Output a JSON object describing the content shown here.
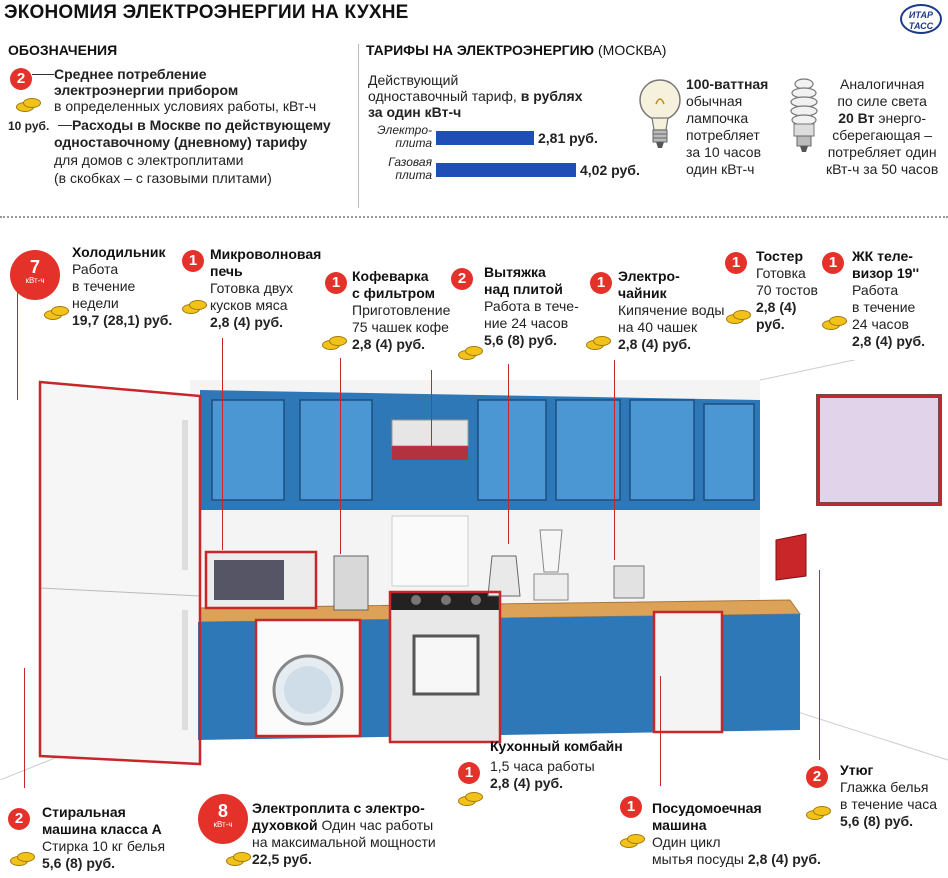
{
  "header": {
    "title": "ЭКОНОМИЯ ЭЛЕКТРОЭНЕРГИИ НА КУХНЕ",
    "logo": "ИТАР ТАСС"
  },
  "legend": {
    "title": "ОБОЗНАЧЕНИЯ",
    "badge_value": "2",
    "line1": "Среднее потребление",
    "line2": "электроэнергии прибором",
    "line3": "в определенных условиях работы, кВт-ч",
    "cost_value": "10 руб.",
    "line4": "Расходы в Москве по действующему",
    "line5": "одноставочному (дневному) тарифу",
    "line6": "для домов с электроплитами",
    "line7": "(в скобках – с газовыми плитами)"
  },
  "tariffs": {
    "title": "ТАРИФЫ НА ЭЛЕКТРОЭНЕРГИЮ",
    "title_city": "(МОСКВА)",
    "desc1": "Действующий",
    "desc2": "одноставочный тариф,",
    "desc2b": "в рублях",
    "desc3": "за один кВт-ч",
    "rows": [
      {
        "label1": "Электро-",
        "label2": "плита",
        "value": 2.81,
        "value_text": "2,81 руб."
      },
      {
        "label1": "Газовая",
        "label2": "плита",
        "value": 4.02,
        "value_text": "4,02 руб."
      }
    ],
    "lamp": {
      "l1": "100-ваттная",
      "l2": "обычная",
      "l3": "лампочка",
      "l4": "потребляет",
      "l5": "за 10 часов",
      "l6": "один кВт-ч"
    },
    "cfl": {
      "l1": "Аналогичная",
      "l2": "по силе света",
      "l3a": "20 Вт",
      "l3b": "энерго-",
      "l4": "сберегающая –",
      "l5": "потребляет один",
      "l6": "кВт-ч за 50 часов"
    }
  },
  "appliances": {
    "fridge": {
      "badge": "7",
      "unit": "кВт-ч",
      "name": "Холодильник",
      "d1": "Работа",
      "d2": "в течение",
      "d3": "недели",
      "cost": "19,7 (28,1) руб."
    },
    "microwave": {
      "badge": "1",
      "name1": "Микроволновая",
      "name2": "печь",
      "d1": "Готовка двух",
      "d2": "кусков мяса",
      "cost": "2,8 (4) руб."
    },
    "coffee": {
      "badge": "1",
      "name1": "Кофеварка",
      "name2": "с фильтром",
      "d1": "Приготовление",
      "d2": "75 чашек кофе",
      "cost": "2,8 (4) руб."
    },
    "hood": {
      "badge": "2",
      "name1": "Вытяжка",
      "name2": "над плитой",
      "d1": "Работа в тече-",
      "d2": "ние 24 часов",
      "cost": "5,6 (8) руб."
    },
    "kettle": {
      "badge": "1",
      "name1": "Электро-",
      "name2": "чайник",
      "d1": "Кипячение воды",
      "d2": "на 40 чашек",
      "cost": "2,8 (4) руб."
    },
    "toaster": {
      "badge": "1",
      "name1": "Тостер",
      "d1": "Готовка",
      "d2": "70 тостов",
      "cost1": "2,8 (4)",
      "cost2": "руб."
    },
    "tv": {
      "badge": "1",
      "name1": "ЖК теле-",
      "name2": "визор 19''",
      "d1": "Работа",
      "d2": "в течение",
      "d3": "24 часов",
      "cost": "2,8 (4) руб."
    },
    "washer": {
      "badge": "2",
      "name1": "Стиральная",
      "name2": "машина класса А",
      "d1": "Стирка 10 кг белья",
      "cost": "5,6 (8) руб."
    },
    "stove": {
      "badge": "8",
      "unit": "кВт-ч",
      "name1": "Электроплита с электро-",
      "name2": "духовкой",
      "d1": "Один час работы",
      "d2": "на максимальной мощности",
      "cost": "22,5 руб."
    },
    "mixer": {
      "badge": "1",
      "name1": "Кухонный комбайн",
      "d1": "1,5 часа работы",
      "cost": "2,8 (4) руб."
    },
    "dishwasher": {
      "badge": "1",
      "name1": "Посудомоечная",
      "name2": "машина",
      "d1": "Один цикл",
      "d2": "мытья посуды",
      "cost": "2,8 (4) руб."
    },
    "iron": {
      "badge": "2",
      "name1": "Утюг",
      "d1": "Глажка белья",
      "d2": "в течение часа",
      "cost": "5,6 (8) руб."
    }
  },
  "colors": {
    "accent_red": "#e4322b",
    "cabinet_blue": "#2f78b8",
    "tariff_bar": "#1f4fb6",
    "coin_gold": "#f2c21b",
    "counter_wood": "#dca358"
  }
}
